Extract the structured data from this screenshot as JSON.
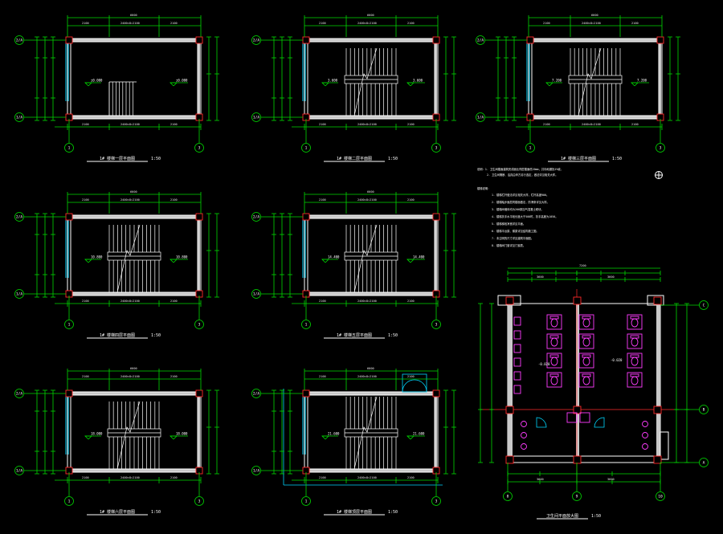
{
  "plans": [
    {
      "caption": "1# 楼梯一层平面图",
      "scale": "1:50",
      "axis_left": "1",
      "axis_right": "3",
      "axis_top": "2/A",
      "axis_bottom": "1/A",
      "level": "±0.000",
      "total_dim": "6600",
      "sub_dims": [
        "2100",
        "2400×8=2100",
        "2100"
      ]
    },
    {
      "caption": "1# 楼梯二层平面图",
      "scale": "1:50",
      "axis_left": "1",
      "axis_right": "3",
      "axis_top": "2/A",
      "axis_bottom": "1/A",
      "level": "3.600",
      "total_dim": "6600",
      "sub_dims": [
        "2100",
        "2400×8=2100",
        "2100"
      ]
    },
    {
      "caption": "1# 楼梯三层平面图",
      "scale": "1:50",
      "axis_left": "1",
      "axis_right": "3",
      "axis_top": "2/A",
      "axis_bottom": "1/A",
      "level": "7.200",
      "total_dim": "6600",
      "sub_dims": [
        "2100",
        "2400×8=2100",
        "2100"
      ]
    },
    {
      "caption": "1# 楼梯四层平面图",
      "scale": "1:50",
      "axis_left": "1",
      "axis_right": "3",
      "axis_top": "2/A",
      "axis_bottom": "1/A",
      "level": "10.800",
      "total_dim": "6600",
      "sub_dims": [
        "2100",
        "2400×8=2100",
        "2100"
      ]
    },
    {
      "caption": "1# 楼梯五层平面图",
      "scale": "1:50",
      "axis_left": "1",
      "axis_right": "3",
      "axis_top": "2/A",
      "axis_bottom": "1/A",
      "level": "14.400",
      "total_dim": "6600",
      "sub_dims": [
        "2100",
        "2400×8=2100",
        "2100"
      ]
    },
    {
      "caption": "1# 楼梯六层平面图",
      "scale": "1:50",
      "axis_left": "1",
      "axis_right": "3",
      "axis_top": "2/A",
      "axis_bottom": "1/A",
      "level": "18.000",
      "total_dim": "6600",
      "sub_dims": [
        "2100",
        "2400×8=2100",
        "2100"
      ]
    },
    {
      "caption": "1# 楼梯顶层平面图",
      "scale": "1:50",
      "axis_left": "1",
      "axis_right": "3",
      "axis_top": "2/A",
      "axis_bottom": "1/A",
      "level": "21.600",
      "total_dim": "6600",
      "sub_dims": [
        "2100",
        "2400×8=2100",
        "2100"
      ]
    }
  ],
  "toilet": {
    "caption": "卫生间平面放大图",
    "scale": "1:50",
    "axis_left": "8",
    "axis_mid": "9",
    "axis_right": "10",
    "axis_top": "C",
    "axis_mid_row": "B",
    "axis_bottom": "A",
    "total_dim": "7200",
    "dim_left": "3600",
    "dim_right": "3600",
    "level": "-0.020"
  },
  "notes": {
    "note1": "说明：1. 卫生间楼面建筑完成面比同层楼面低20mm，并向地漏找1%坡。",
    "note1b": "2. 卫生间隔断、洁具由甲方另行选定，做法详见相关大样。",
    "header2": "楼梯说明：",
    "items": [
      "1. 楼梯栏杆做法详见相关大样，栏杆高度900。",
      "2. 楼梯踏步面层同楼面做法，防滑条详见大样。",
      "3. 楼梯间墙体均为200厚加气混凝土砌块。",
      "4. 楼梯扶手水平段长度大于500时，扶手高度为1050。",
      "5. 楼梯梯段净宽详见平面。",
      "6. 楼梯平台梁、梯梁详见结构施工图。",
      "7. 未注明的尺寸详见建筑平面图。",
      "8. 楼梯间门窗详见门窗表。"
    ]
  },
  "colors": {
    "background": "#000000",
    "dimension": "#00d800",
    "wall": "#ffffff",
    "column": "#ff2a2a",
    "glass": "#00d7ff",
    "fixture": "#ff3cff"
  }
}
